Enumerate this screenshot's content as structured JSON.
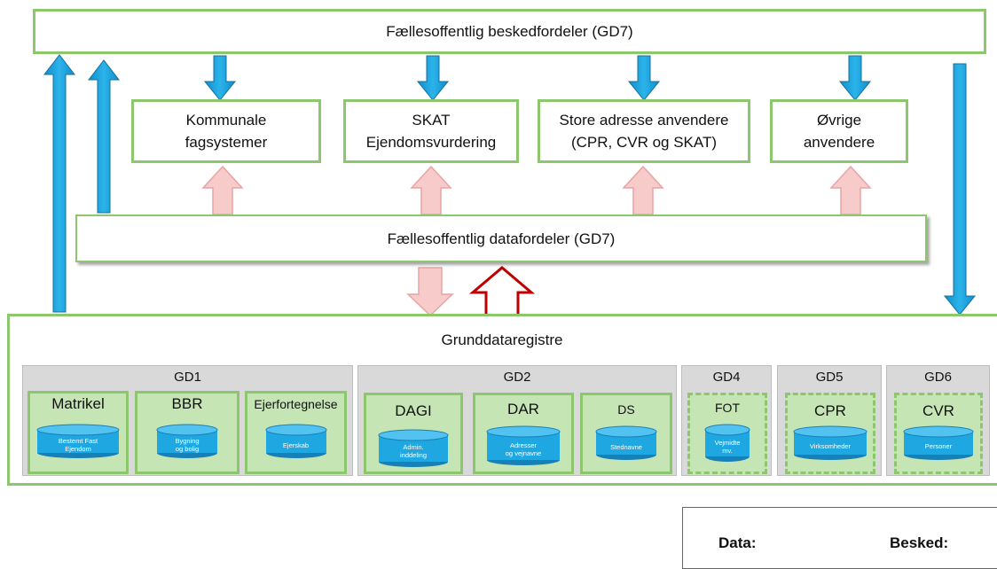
{
  "top_bar": {
    "label": "Fællesoffentlig beskedfordeler (GD7)"
  },
  "consumers": [
    {
      "line1": "Kommunale",
      "line2": "fagsystemer"
    },
    {
      "line1": "SKAT",
      "line2": "Ejendomsvurdering"
    },
    {
      "line1": "Store adresse anvendere",
      "line2": "(CPR, CVR og SKAT)"
    },
    {
      "line1": "Øvrige",
      "line2": "anvendere"
    }
  ],
  "data_distributor": {
    "label": "Fællesoffentlig datafordeler (GD7)"
  },
  "registers": {
    "title": "Grunddataregistre",
    "groups": [
      {
        "label": "GD1",
        "items": [
          {
            "name": "Matrikel",
            "db": [
              "Bestemt Fast",
              "Ejendom"
            ]
          },
          {
            "name": "BBR",
            "db": [
              "Bygning",
              "og bolig"
            ]
          },
          {
            "name": "Ejerfortegnelse",
            "db": [
              "Ejerskab"
            ]
          }
        ]
      },
      {
        "label": "GD2",
        "items": [
          {
            "name": "DAGI",
            "db": [
              "Admin.",
              "inddeling"
            ]
          },
          {
            "name": "DAR",
            "db": [
              "Adresser",
              "og vejnavne"
            ]
          },
          {
            "name": "DS",
            "db": [
              "Stednavne"
            ]
          }
        ]
      },
      {
        "label": "GD4",
        "items": [
          {
            "name": "FOT",
            "db": [
              "Vejmidte",
              "mv."
            ]
          }
        ]
      },
      {
        "label": "GD5",
        "items": [
          {
            "name": "CPR",
            "db": [
              "Virksomheder"
            ]
          }
        ]
      },
      {
        "label": "GD6",
        "items": [
          {
            "name": "CVR",
            "db": [
              "Personer"
            ]
          }
        ]
      }
    ]
  },
  "legend": {
    "data_label": "Data:",
    "message_label": "Besked:"
  },
  "colors": {
    "box_border": "#8cc66d",
    "register_fill": "#c6e5b5",
    "group_fill": "#d9d9d9",
    "message_arrow": "#1ea7e1",
    "data_arrow_fill": "#f8cbcb",
    "data_arrow_stroke": "#e8a3a3",
    "data_arrow_red": "#c00000",
    "cylinder": "#1ea7e1"
  }
}
